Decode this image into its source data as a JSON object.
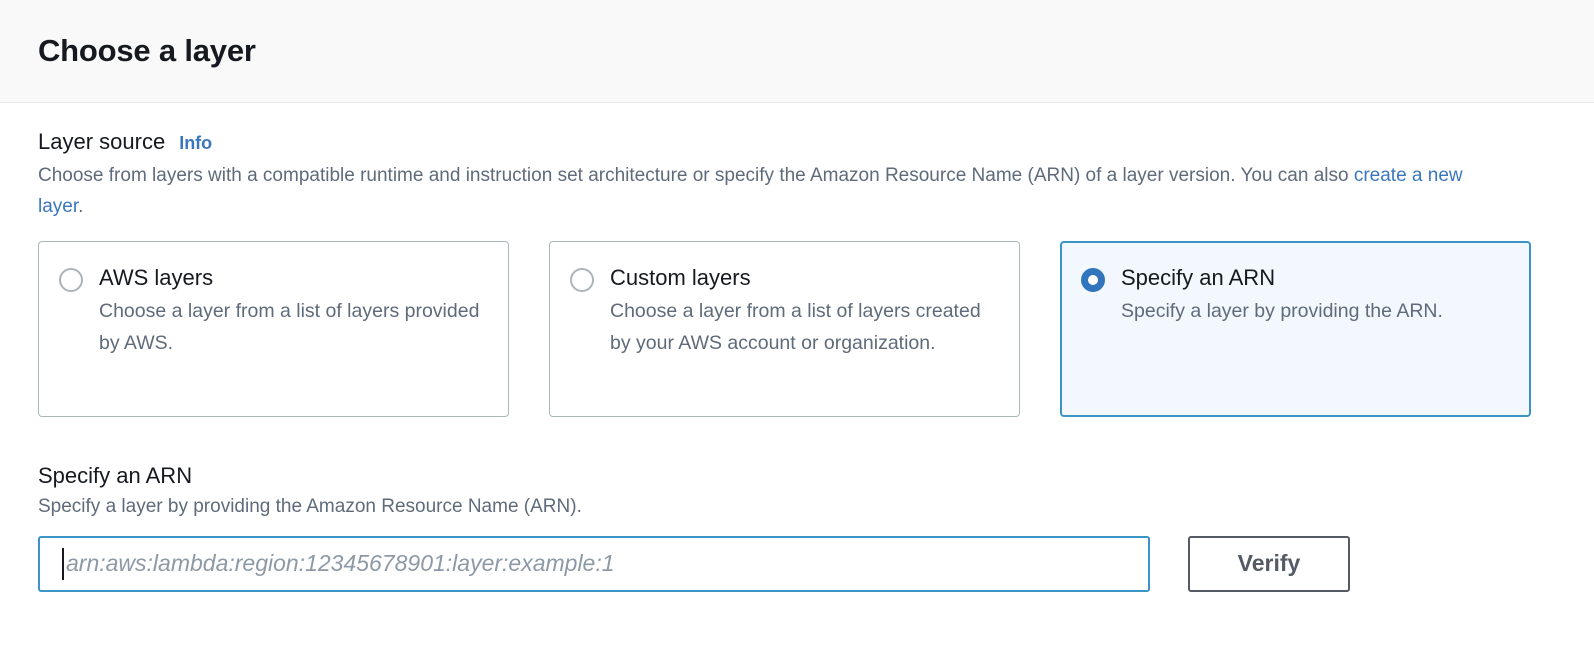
{
  "header": {
    "title": "Choose a layer"
  },
  "layer_source": {
    "label": "Layer source",
    "info_link": "Info",
    "description_part1": "Choose from layers with a compatible runtime and instruction set architecture or specify the Amazon Resource Name (ARN) of a layer version. You can also ",
    "description_link": "create a new layer",
    "description_part2": ".",
    "options": [
      {
        "title": "AWS layers",
        "description": "Choose a layer from a list of layers provided by AWS.",
        "selected": false
      },
      {
        "title": "Custom layers",
        "description": "Choose a layer from a list of layers created by your AWS account or organization.",
        "selected": false
      },
      {
        "title": "Specify an ARN",
        "description": "Specify a layer by providing the ARN.",
        "selected": true
      }
    ]
  },
  "arn_section": {
    "title": "Specify an ARN",
    "description": "Specify a layer by providing the Amazon Resource Name (ARN).",
    "input_value": "",
    "input_placeholder": "arn:aws:lambda:region:12345678901:layer:example:1",
    "verify_label": "Verify"
  },
  "colors": {
    "accent_blue": "#3176bc",
    "link_blue": "#3a77bd",
    "selected_border": "#3a94c5",
    "selected_background": "#f2f8fd",
    "header_background": "#f9f9fa",
    "text_primary": "#16191f",
    "text_secondary": "#5f6b7a",
    "button_border": "#545b64"
  }
}
